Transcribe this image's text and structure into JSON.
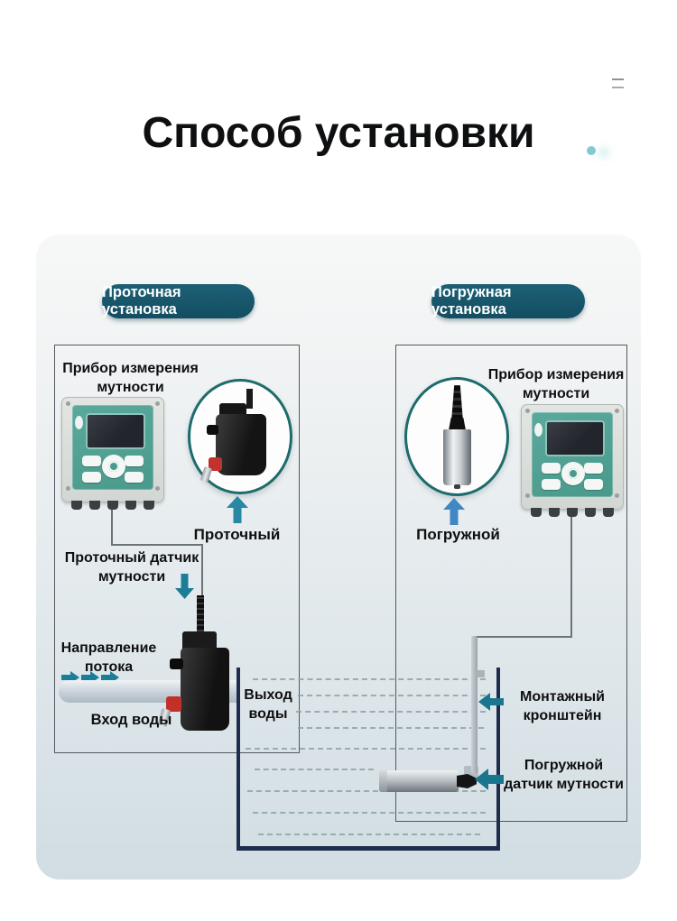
{
  "title": "Способ установки",
  "colors": {
    "badge_bg": "#17566c",
    "arrow_teal": "#1b7d96",
    "arrow_blue": "#4187c4",
    "tank_outline": "#1e2d4d",
    "controller_panel": "#52a094",
    "panel_bg_top": "#f7f8f8",
    "panel_bg_bottom": "#d1dde3"
  },
  "sections": {
    "flow": {
      "badge": "Проточная установка",
      "meter_label": "Прибор измерения мутности",
      "sensor_kind": "Проточный",
      "sensor_label": "Проточный датчик мутности",
      "direction_label": "Направление потока",
      "inlet_label": "Вход воды",
      "outlet_label": "Выход воды"
    },
    "submersible": {
      "badge": "Погружная установка",
      "meter_label": "Прибор измерения мутности",
      "sensor_kind": "Погружной",
      "bracket_label": "Монтажный кронштейн",
      "sensor_label": "Погружной датчик мутности"
    }
  }
}
